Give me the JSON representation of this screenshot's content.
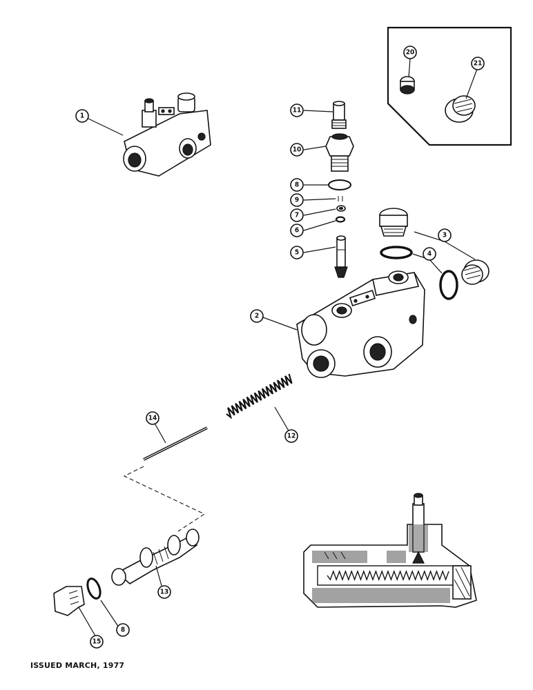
{
  "callouts": [
    {
      "id": "1",
      "label": "1"
    },
    {
      "id": "2",
      "label": "2"
    },
    {
      "id": "3",
      "label": "3"
    },
    {
      "id": "4",
      "label": "4"
    },
    {
      "id": "5",
      "label": "5"
    },
    {
      "id": "6",
      "label": "6"
    },
    {
      "id": "7",
      "label": "7"
    },
    {
      "id": "8a",
      "label": "8"
    },
    {
      "id": "8b",
      "label": "8"
    },
    {
      "id": "9",
      "label": "9"
    },
    {
      "id": "10",
      "label": "10"
    },
    {
      "id": "11",
      "label": "11"
    },
    {
      "id": "12",
      "label": "12"
    },
    {
      "id": "13",
      "label": "13"
    },
    {
      "id": "14",
      "label": "14"
    },
    {
      "id": "15",
      "label": "15"
    },
    {
      "id": "20",
      "label": "20"
    },
    {
      "id": "21",
      "label": "21"
    }
  ],
  "footer": "ISSUED MARCH, 1977"
}
